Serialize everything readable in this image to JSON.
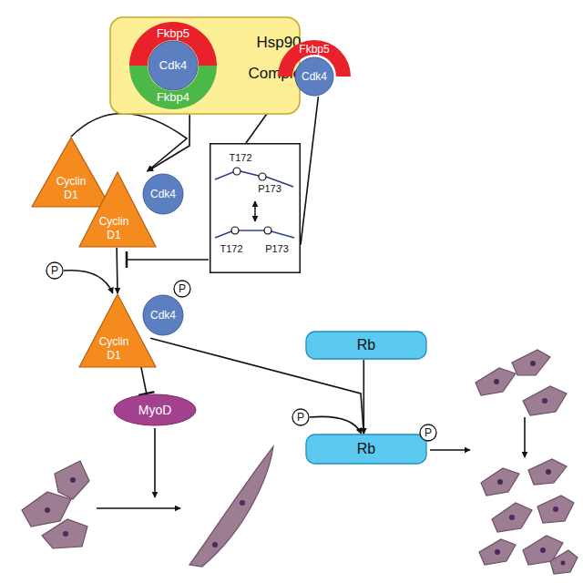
{
  "diagram": {
    "nodes": [
      {
        "text": [
          "Hsp90 Complex"
        ]
      },
      {
        "text": [
          "Fkbp5"
        ],
        "in": 0
      },
      {
        "text": [
          "Cdk4"
        ],
        "in": 0
      },
      {
        "text": [
          "Fkbp4"
        ],
        "in": 0
      },
      {
        "text": [
          "Cyclin D1"
        ]
      },
      {
        "text": [
          "Fkbp5"
        ]
      },
      {
        "text": [
          "Cdk4"
        ]
      },
      {
        "text": [
          "Cyclin D1"
        ]
      },
      {
        "text": [
          "Cdk4"
        ]
      },
      {
        "text": [
          "T172",
          "P173",
          "T172",
          "P173"
        ]
      },
      {
        "text": [
          "P"
        ]
      },
      {
        "text": [
          "Cyclin D1"
        ]
      },
      {
        "text": [
          "Cdk4"
        ]
      },
      {
        "text": [
          "P"
        ]
      },
      {
        "text": [
          "Rb"
        ]
      },
      {
        "text": [
          "MyoD"
        ]
      },
      {
        "text": [
          "P"
        ]
      },
      {
        "text": [
          "Rb"
        ]
      },
      {
        "text": [
          "P"
        ]
      }
    ],
    "edges": [
      {
        "from": 0,
        "to": 7,
        "arrow": "to"
      },
      {
        "from": 4,
        "to": 7,
        "arrow": "to"
      },
      {
        "from": 7,
        "to": 11,
        "arrow": "to"
      },
      {
        "from": 10,
        "to": 11,
        "arrow": "to"
      },
      {
        "from": 9,
        "to": 6,
        "arrow": "none"
      },
      {
        "from": 9,
        "to": 6,
        "arrow": "none"
      },
      {
        "from": 11,
        "to": 15,
        "arrow": "to"
      },
      {
        "from": 11,
        "to": 17,
        "arrow": "to"
      },
      {
        "from": 14,
        "to": 17,
        "arrow": "to"
      },
      {
        "from": 16,
        "to": 17,
        "arrow": "to"
      }
    ]
  }
}
